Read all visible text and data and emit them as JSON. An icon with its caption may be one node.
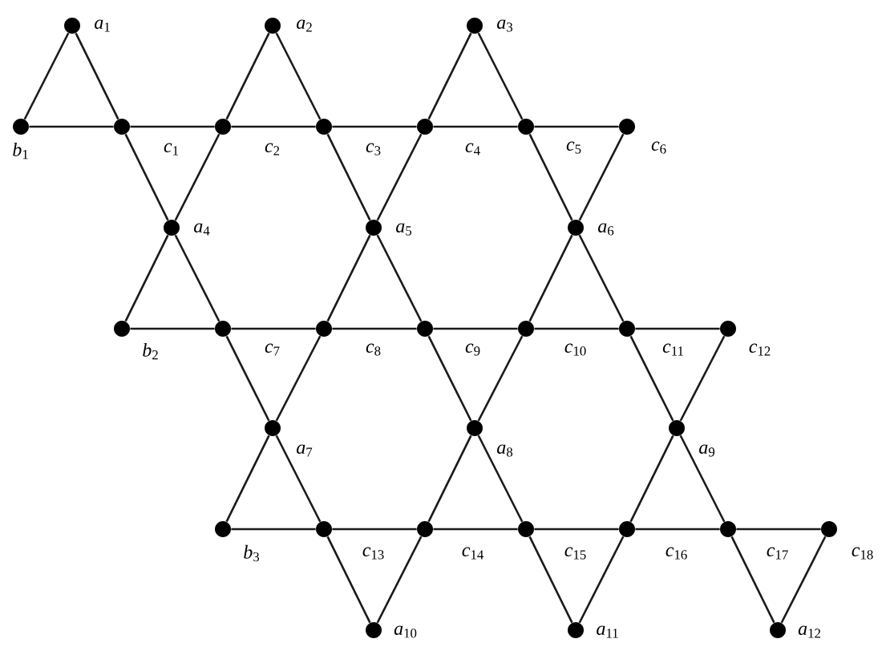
{
  "diagram": {
    "nodes": [
      {
        "text": [],
        "shape": "circle",
        "beside": [
          "*a*$_{1}$"
        ]
      },
      {
        "text": [],
        "shape": "circle",
        "beside": [
          "*a*$_{2}$"
        ]
      },
      {
        "text": [],
        "shape": "circle",
        "beside": [
          "*a*$_{3}$"
        ]
      },
      {
        "text": [],
        "shape": "circle",
        "beside": [
          "*b*$_{1}$"
        ]
      },
      {
        "text": [],
        "shape": "circle",
        "beside": [
          "*c*$_{1}$"
        ]
      },
      {
        "text": [],
        "shape": "circle",
        "beside": [
          "*c*$_{2}$"
        ]
      },
      {
        "text": [],
        "shape": "circle",
        "beside": [
          "*c*$_{3}$"
        ]
      },
      {
        "text": [],
        "shape": "circle",
        "beside": [
          "*c*$_{4}$"
        ]
      },
      {
        "text": [],
        "shape": "circle",
        "beside": [
          "*c*$_{5}$"
        ]
      },
      {
        "text": [],
        "shape": "circle",
        "beside": [
          "*c*$_{6}$"
        ]
      },
      {
        "text": [],
        "shape": "circle",
        "beside": [
          "*a*$_{4}$"
        ]
      },
      {
        "text": [],
        "shape": "circle",
        "beside": [
          "*a*$_{5}$"
        ]
      },
      {
        "text": [],
        "shape": "circle",
        "beside": [
          "*a*$_{6}$"
        ]
      },
      {
        "text": [],
        "shape": "circle",
        "beside": [
          "*b*$_{2}$"
        ]
      },
      {
        "text": [],
        "shape": "circle",
        "beside": [
          "*c*$_{7}$"
        ]
      },
      {
        "text": [],
        "shape": "circle",
        "beside": [
          "*c*$_{8}$"
        ]
      },
      {
        "text": [],
        "shape": "circle",
        "beside": [
          "*c*$_{9}$"
        ]
      },
      {
        "text": [],
        "shape": "circle",
        "beside": [
          "*c*$_{10}$"
        ]
      },
      {
        "text": [],
        "shape": "circle",
        "beside": [
          "*c*$_{11}$"
        ]
      },
      {
        "text": [],
        "shape": "circle",
        "beside": [
          "*c*$_{12}$"
        ]
      },
      {
        "text": [],
        "shape": "circle",
        "beside": [
          "*a*$_{7}$"
        ]
      },
      {
        "text": [],
        "shape": "circle",
        "beside": [
          "*a*$_{8}$"
        ]
      },
      {
        "text": [],
        "shape": "circle",
        "beside": [
          "*a*$_{9}$"
        ]
      },
      {
        "text": [],
        "shape": "circle",
        "beside": [
          "*b*$_{3}$"
        ]
      },
      {
        "text": [],
        "shape": "circle",
        "beside": [
          "*c*$_{13}$"
        ]
      },
      {
        "text": [],
        "shape": "circle",
        "beside": [
          "*c*$_{14}$"
        ]
      },
      {
        "text": [],
        "shape": "circle",
        "beside": [
          "*c*$_{15}$"
        ]
      },
      {
        "text": [],
        "shape": "circle",
        "beside": [
          "*c*$_{16}$"
        ]
      },
      {
        "text": [],
        "shape": "circle",
        "beside": [
          "*c*$_{17}$"
        ]
      },
      {
        "text": [],
        "shape": "circle",
        "beside": [
          "*c*$_{18}$"
        ]
      },
      {
        "text": [],
        "shape": "circle",
        "beside": [
          "*a*$_{10}$"
        ]
      },
      {
        "text": [],
        "shape": "circle",
        "beside": [
          "*a*$_{11}$"
        ]
      },
      {
        "text": [],
        "shape": "circle",
        "beside": [
          "*a*$_{12}$"
        ]
      }
    ],
    "edges": [
      {
        "from": 0,
        "to": 3,
        "arrow": "none"
      },
      {
        "from": 0,
        "to": 4,
        "arrow": "none"
      },
      {
        "from": 1,
        "to": 5,
        "arrow": "none"
      },
      {
        "from": 1,
        "to": 6,
        "arrow": "none"
      },
      {
        "from": 2,
        "to": 7,
        "arrow": "none"
      },
      {
        "from": 2,
        "to": 8,
        "arrow": "none"
      },
      {
        "from": 3,
        "to": 4,
        "arrow": "none"
      },
      {
        "from": 4,
        "to": 5,
        "arrow": "none"
      },
      {
        "from": 5,
        "to": 6,
        "arrow": "none"
      },
      {
        "from": 6,
        "to": 7,
        "arrow": "none"
      },
      {
        "from": 7,
        "to": 8,
        "arrow": "none"
      },
      {
        "from": 8,
        "to": 9,
        "arrow": "none"
      },
      {
        "from": 4,
        "to": 10,
        "arrow": "none"
      },
      {
        "from": 5,
        "to": 10,
        "arrow": "none"
      },
      {
        "from": 10,
        "to": 13,
        "arrow": "none"
      },
      {
        "from": 10,
        "to": 14,
        "arrow": "none"
      },
      {
        "from": 6,
        "to": 11,
        "arrow": "none"
      },
      {
        "from": 7,
        "to": 11,
        "arrow": "none"
      },
      {
        "from": 11,
        "to": 15,
        "arrow": "none"
      },
      {
        "from": 11,
        "to": 16,
        "arrow": "none"
      },
      {
        "from": 8,
        "to": 12,
        "arrow": "none"
      },
      {
        "from": 9,
        "to": 12,
        "arrow": "none"
      },
      {
        "from": 12,
        "to": 17,
        "arrow": "none"
      },
      {
        "from": 12,
        "to": 18,
        "arrow": "none"
      },
      {
        "from": 13,
        "to": 14,
        "arrow": "none"
      },
      {
        "from": 14,
        "to": 15,
        "arrow": "none"
      },
      {
        "from": 15,
        "to": 16,
        "arrow": "none"
      },
      {
        "from": 16,
        "to": 17,
        "arrow": "none"
      },
      {
        "from": 17,
        "to": 18,
        "arrow": "none"
      },
      {
        "from": 18,
        "to": 19,
        "arrow": "none"
      },
      {
        "from": 14,
        "to": 20,
        "arrow": "none"
      },
      {
        "from": 15,
        "to": 20,
        "arrow": "none"
      },
      {
        "from": 20,
        "to": 23,
        "arrow": "none"
      },
      {
        "from": 20,
        "to": 24,
        "arrow": "none"
      },
      {
        "from": 16,
        "to": 21,
        "arrow": "none"
      },
      {
        "from": 17,
        "to": 21,
        "arrow": "none"
      },
      {
        "from": 21,
        "to": 25,
        "arrow": "none"
      },
      {
        "from": 21,
        "to": 26,
        "arrow": "none"
      },
      {
        "from": 18,
        "to": 22,
        "arrow": "none"
      },
      {
        "from": 19,
        "to": 22,
        "arrow": "none"
      },
      {
        "from": 22,
        "to": 27,
        "arrow": "none"
      },
      {
        "from": 22,
        "to": 28,
        "arrow": "none"
      },
      {
        "from": 23,
        "to": 24,
        "arrow": "none"
      },
      {
        "from": 24,
        "to": 25,
        "arrow": "none"
      },
      {
        "from": 25,
        "to": 26,
        "arrow": "none"
      },
      {
        "from": 26,
        "to": 27,
        "arrow": "none"
      },
      {
        "from": 27,
        "to": 28,
        "arrow": "none"
      },
      {
        "from": 28,
        "to": 29,
        "arrow": "none"
      },
      {
        "from": 24,
        "to": 30,
        "arrow": "none"
      },
      {
        "from": 25,
        "to": 30,
        "arrow": "none"
      },
      {
        "from": 26,
        "to": 31,
        "arrow": "none"
      },
      {
        "from": 27,
        "to": 31,
        "arrow": "none"
      },
      {
        "from": 28,
        "to": 32,
        "arrow": "none"
      },
      {
        "from": 29,
        "to": 32,
        "arrow": "none"
      }
    ]
  }
}
